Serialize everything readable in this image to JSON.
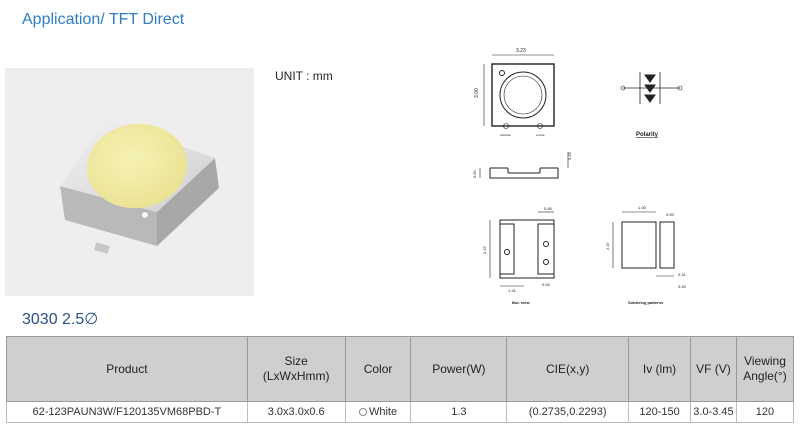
{
  "header": {
    "title": "Application/ TFT Direct"
  },
  "photo": {
    "caption": "3030   2.5∅"
  },
  "unit_label": "UNIT : mm",
  "drawings": {
    "top_width": "3.23",
    "top_height": "3.00",
    "pin_left": "cathode",
    "pin_right": "Anode",
    "polarity": "Polarity",
    "side_height": "0.43",
    "side_thick": "0.60",
    "bottom_top": "0.45",
    "bottom_height": "2.47",
    "bottom_w": "1.31",
    "bottom_pad": "0.54",
    "bottom_caption": "Bot. view",
    "solder_top": "1.06",
    "solder_right": "0.59",
    "solder_height": "2.47",
    "solder_small": "0.31",
    "solder_bottom": "0.45",
    "solder_caption": "Soldering patterns"
  },
  "table": {
    "headers": {
      "product": "Product",
      "size_1": "Size",
      "size_2": "(LxWxHmm)",
      "color": "Color",
      "power": "Power(W)",
      "cie": "CIE(x,y)",
      "iv": "Iv (lm)",
      "vf": "VF (V)",
      "angle_1": "Viewing",
      "angle_2": "Angle(°)"
    },
    "row": {
      "product": "62-123PAUN3W/F120135VM68PBD-T",
      "size": "3.0x3.0x0.6",
      "color": "White",
      "power": "1.3",
      "cie": "(0.2735,0.2293)",
      "iv": "120-150",
      "vf": "3.0-3.45",
      "angle": "120"
    }
  }
}
